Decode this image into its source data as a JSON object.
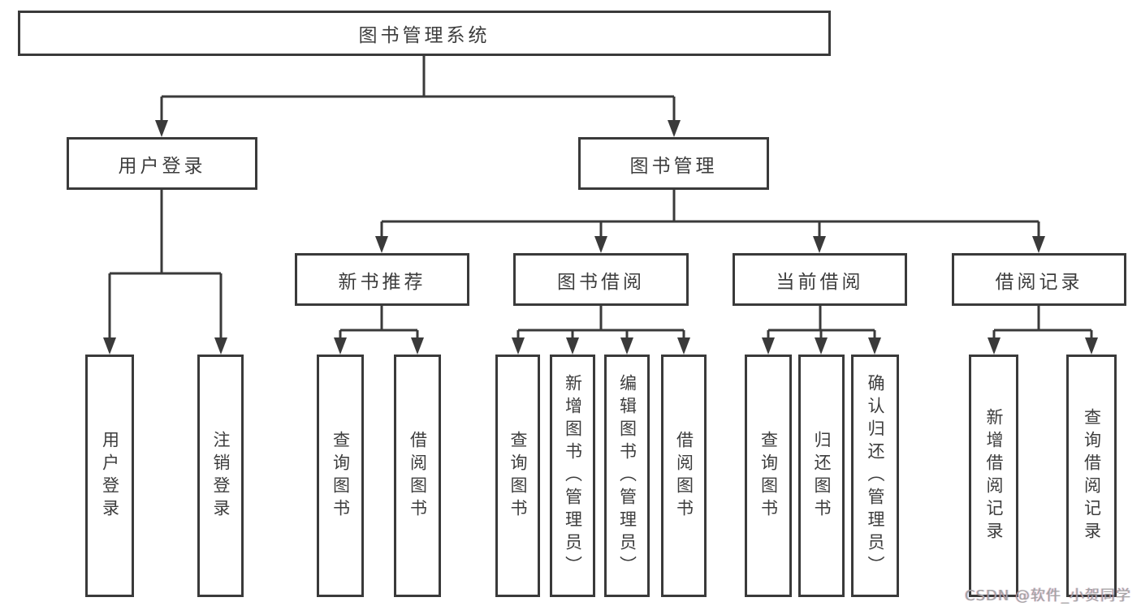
{
  "diagram": {
    "root": {
      "label": "图书管理系统"
    },
    "level2": [
      {
        "id": "user-login",
        "label": "用户登录"
      },
      {
        "id": "book-management",
        "label": "图书管理"
      }
    ],
    "level3": [
      {
        "id": "new-book-recommend",
        "label": "新书推荐"
      },
      {
        "id": "book-borrow",
        "label": "图书借阅"
      },
      {
        "id": "current-borrow",
        "label": "当前借阅"
      },
      {
        "id": "borrow-records",
        "label": "借阅记录"
      }
    ],
    "leaves": [
      {
        "id": "user-login-leaf",
        "parent": "user-login",
        "label": "用户登录"
      },
      {
        "id": "logout",
        "parent": "user-login",
        "label": "注销登录"
      },
      {
        "id": "query-books-1",
        "parent": "new-book-recommend",
        "label": "查询图书"
      },
      {
        "id": "borrow-books-1",
        "parent": "new-book-recommend",
        "label": "借阅图书"
      },
      {
        "id": "query-books-2",
        "parent": "book-borrow",
        "label": "查询图书"
      },
      {
        "id": "add-books-admin",
        "parent": "book-borrow",
        "label": "新增图书（管理员）"
      },
      {
        "id": "edit-books-admin",
        "parent": "book-borrow",
        "label": "编辑图书（管理员）"
      },
      {
        "id": "borrow-books-2",
        "parent": "book-borrow",
        "label": "借阅图书"
      },
      {
        "id": "query-books-3",
        "parent": "current-borrow",
        "label": "查询图书"
      },
      {
        "id": "return-books",
        "parent": "current-borrow",
        "label": "归还图书"
      },
      {
        "id": "confirm-return-admin",
        "parent": "current-borrow",
        "label": "确认归还（管理员）"
      },
      {
        "id": "add-borrow-record",
        "parent": "borrow-records",
        "label": "新增借阅记录"
      },
      {
        "id": "query-borrow-record",
        "parent": "borrow-records",
        "label": "查询借阅记录"
      }
    ],
    "colors": {
      "line": "#3a3a3a",
      "text": "#3d3d3d",
      "box_fill": "#ffffff"
    }
  },
  "watermark": {
    "text": "CSDN @软件_小贺同学"
  }
}
